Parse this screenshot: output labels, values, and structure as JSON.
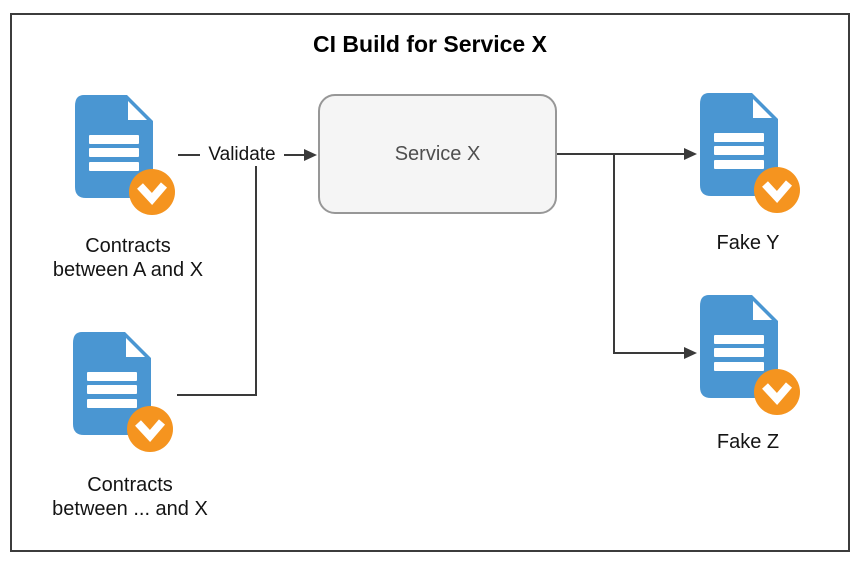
{
  "diagram": {
    "title": "CI Build for Service X",
    "nodes": {
      "contracts_a": {
        "label": "Contracts\nbetween A and X",
        "icon": "document-check-icon"
      },
      "contracts_dots": {
        "label": "Contracts\nbetween ... and X",
        "icon": "document-check-icon"
      },
      "service_x": {
        "label": "Service X"
      },
      "fake_y": {
        "label": "Fake Y",
        "icon": "document-check-icon"
      },
      "fake_z": {
        "label": "Fake Z",
        "icon": "document-check-icon"
      }
    },
    "edges": {
      "validate": {
        "label": "Validate",
        "from": "contracts_a",
        "to": "service_x"
      },
      "merge_validate": {
        "label": "",
        "from": "contracts_dots",
        "to": "service_x"
      },
      "to_fake_y": {
        "label": "",
        "from": "service_x",
        "to": "fake_y"
      },
      "to_fake_z": {
        "label": "",
        "from": "service_x",
        "to": "fake_z"
      }
    },
    "colors": {
      "document_blue": "#4A96D2",
      "badge_orange": "#F5941F",
      "service_box_fill": "#F5F5F5",
      "service_box_border": "#979797",
      "connector_line": "#3A3A3A",
      "frame_border": "#3C3C3C",
      "background": "#FFFFFF",
      "label_text": "#141414",
      "service_text": "#4F4F4F"
    }
  }
}
